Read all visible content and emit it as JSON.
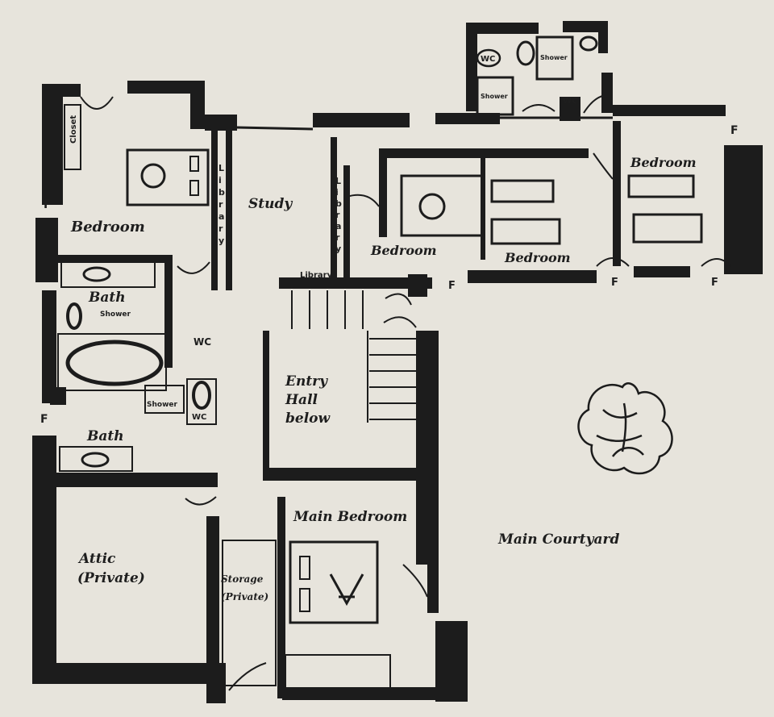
{
  "rooms": {
    "bedroom_nw": "Bedroom",
    "study": "Study",
    "bedroom_mid": "Bedroom",
    "bedroom_mid2": "Bedroom",
    "bedroom_ne": "Bedroom",
    "bath_upper": "Bath",
    "bath_lower": "Bath",
    "entry_hall": [
      "Entry",
      "Hall",
      "below"
    ],
    "main_bedroom": "Main Bedroom",
    "attic": [
      "Attic",
      "(Private)"
    ],
    "storage": [
      "Storage",
      "(Private)"
    ],
    "main_courtyard": "Main Courtyard"
  },
  "fixtures": {
    "closet": "Closet",
    "library_vertical": "Library",
    "library_horizontal": "Library",
    "shower": "Shower",
    "wc": "WC",
    "fireplace": "F"
  }
}
